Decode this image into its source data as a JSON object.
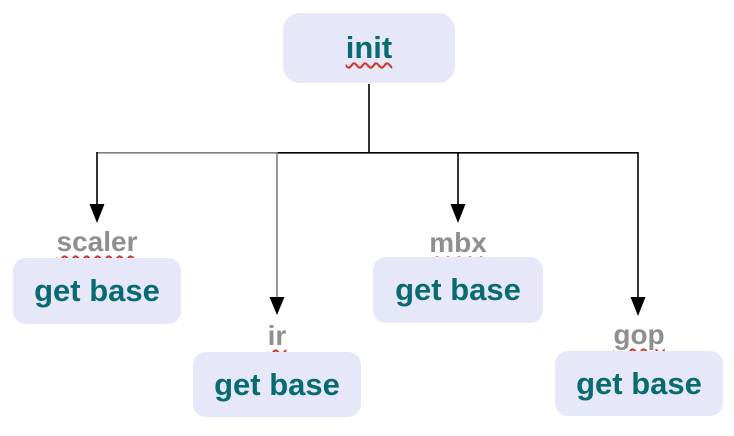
{
  "diagram": {
    "root": {
      "label": "init"
    },
    "branches": [
      {
        "label": "scaler",
        "box_label": "get base"
      },
      {
        "label": "ir",
        "box_label": "get base"
      },
      {
        "label": "mbx",
        "box_label": "get base"
      },
      {
        "label": "gop",
        "box_label": "get base"
      }
    ],
    "colors": {
      "node_fill": "#e7e7fa",
      "node_text_teal": "#086b70",
      "branch_label_gray": "#8f8f8f",
      "connector_black": "#000000",
      "connector_gray": "#808080",
      "spellcheck_squiggle_red": "#cf3227"
    }
  }
}
